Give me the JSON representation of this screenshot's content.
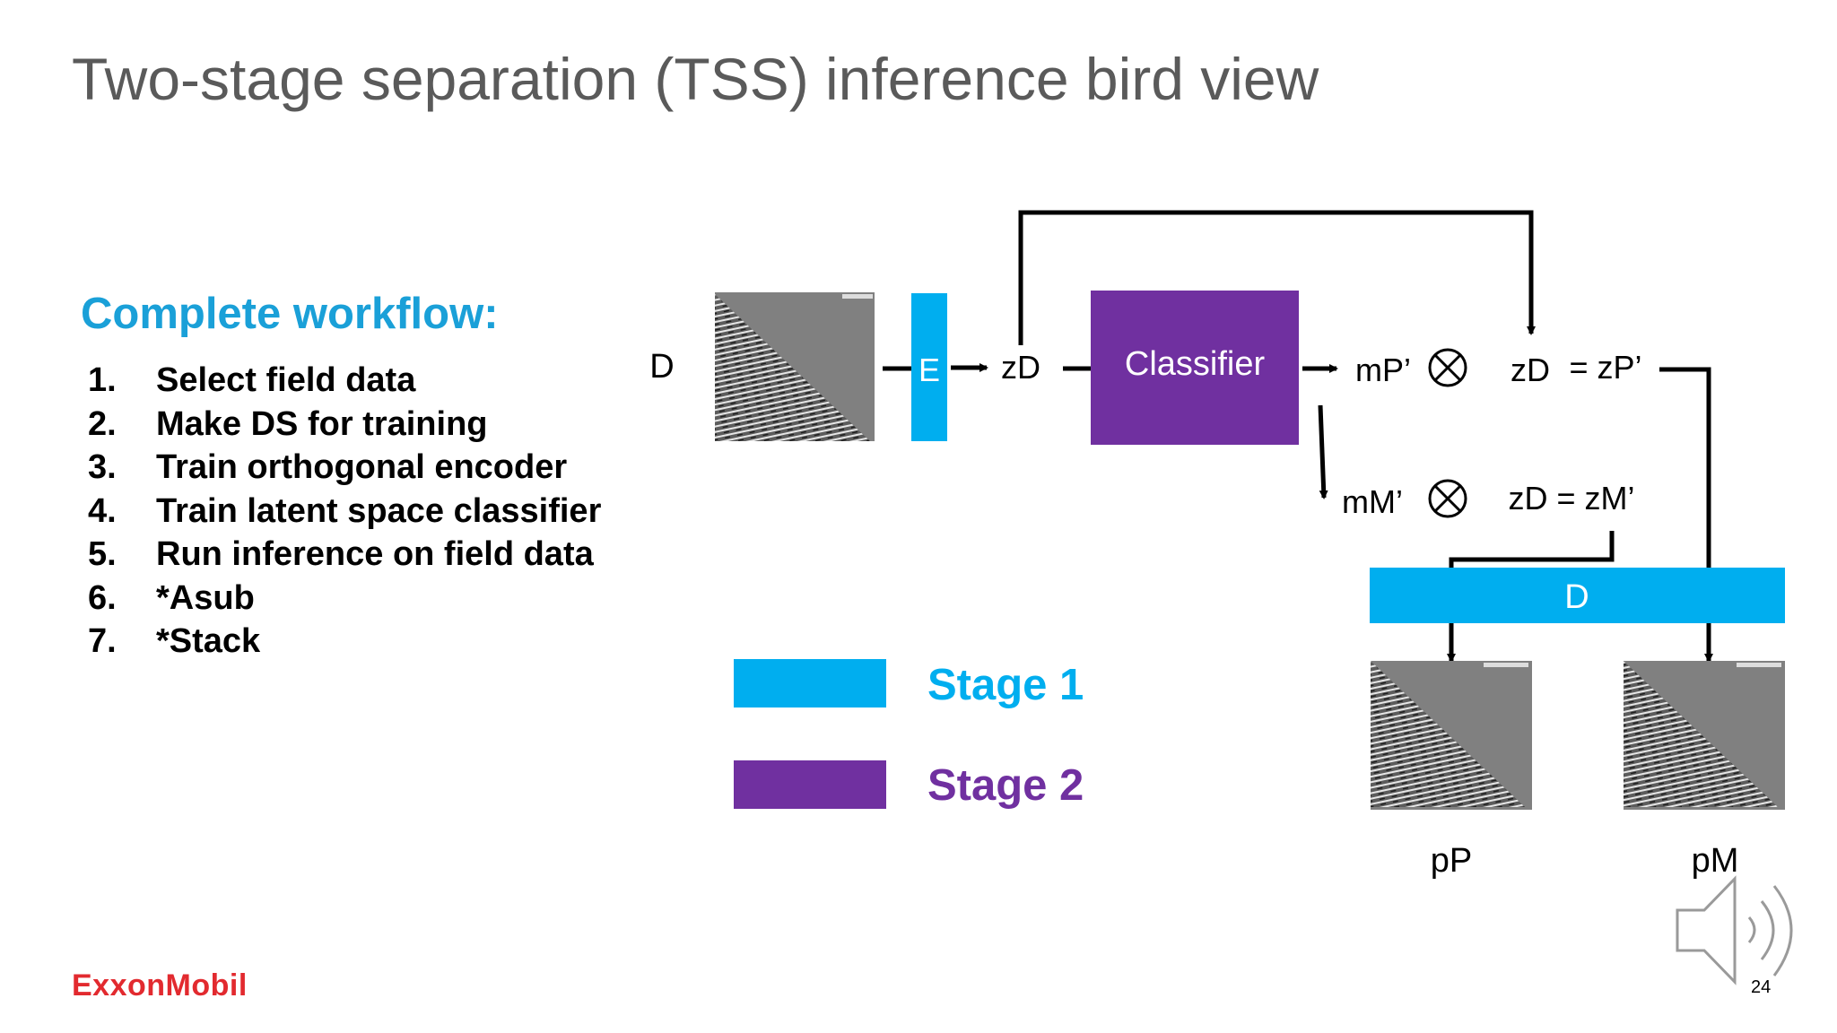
{
  "slide": {
    "title": "Two-stage separation (TSS) inference bird view",
    "page_number": "24",
    "logo_text": "ExxonMobil"
  },
  "workflow": {
    "heading": "Complete workflow:",
    "steps": [
      {
        "num": "1.",
        "text": "Select field data"
      },
      {
        "num": "2.",
        "text": "Make DS for training"
      },
      {
        "num": "3.",
        "text": "Train orthogonal encoder"
      },
      {
        "num": "4.",
        "text": "Train latent space classifier"
      },
      {
        "num": "5.",
        "text": "Run inference on field data"
      },
      {
        "num": "6.",
        "text": "*Asub"
      },
      {
        "num": "7.",
        "text": "*Stack"
      }
    ]
  },
  "legend": {
    "stage1": {
      "label": "Stage 1",
      "color": "#00aeef"
    },
    "stage2": {
      "label": "Stage 2",
      "color": "#7030a0"
    }
  },
  "diagram": {
    "input_label": "D",
    "encoder_label": "E",
    "latent_label": "zD",
    "classifier_label": "Classifier",
    "primary_mask": "mP’",
    "multiple_mask": "mM’",
    "primary_latent_lhs": "zD",
    "primary_latent_rhs": "= zP’",
    "multiple_latent": "zD = zM’",
    "decoder_label": "D",
    "output_primary": "pP",
    "output_multiple": "pM",
    "multiply_symbol": "multiply-circle-icon",
    "stage1_color": "#00aeef",
    "stage2_color": "#7030a0"
  }
}
